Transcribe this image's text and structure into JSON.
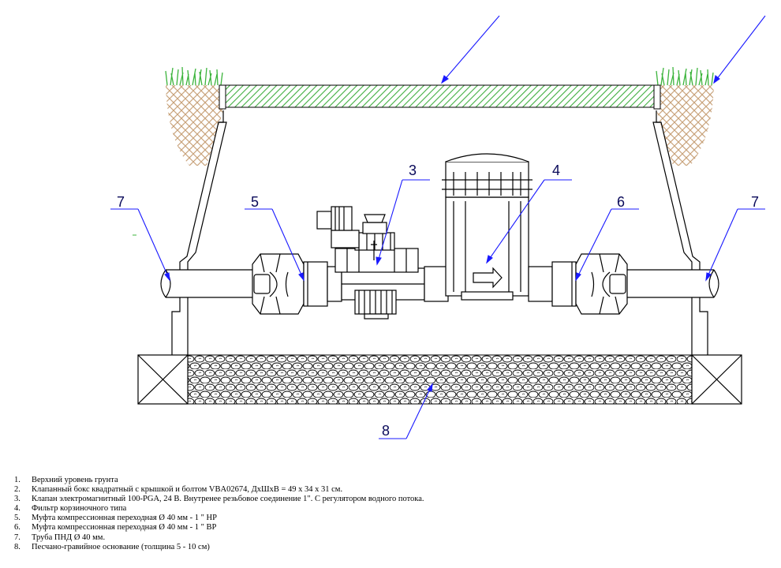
{
  "callouts": {
    "c3": "3",
    "c4": "4",
    "c5": "5",
    "c6": "6",
    "c7_left": "7",
    "c7_right": "7",
    "c8": "8"
  },
  "legend": [
    {
      "num": "1.",
      "text": "Верхний уровень грунта"
    },
    {
      "num": "2.",
      "text": "Клапанный бокс квадратный с крышкой и болтом VBA02674, ДхШхВ = 49 х 34 х 31 см."
    },
    {
      "num": "3.",
      "text": "Клапан электромагнитный 100-PGA, 24 В. Внутренее резьбовое соединение 1\". С регулятором водного потока."
    },
    {
      "num": "4.",
      "text": "Фильтр корзиночного типа"
    },
    {
      "num": "5.",
      "text": "Муфта компрессионная переходная Ø 40 мм - 1 \" НР"
    },
    {
      "num": "6.",
      "text": "Муфта компрессионная переходная Ø 40 мм - 1 \" ВР"
    },
    {
      "num": "7.",
      "text": "Труба ПНД Ø 40 мм."
    },
    {
      "num": "8.",
      "text": "Песчано-гравийное основание (толщина 5 - 10 см)"
    }
  ],
  "colors": {
    "lid_green": "#3fae3f",
    "grass_green": "#3cb43c",
    "soil_brown": "#c8a27a",
    "callout_blue": "#1a1aff",
    "line": "#000000"
  }
}
